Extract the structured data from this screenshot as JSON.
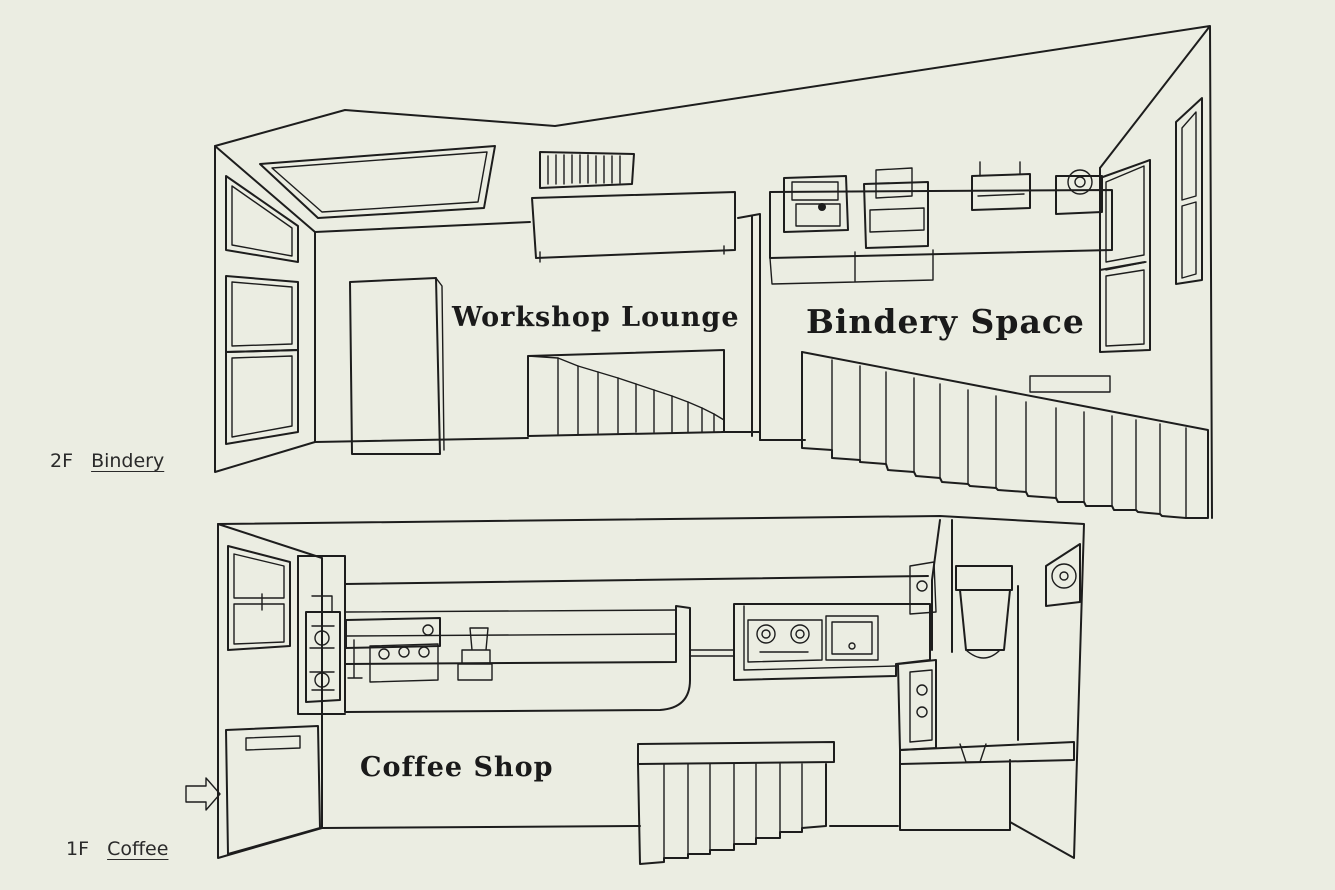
{
  "floors": {
    "upper": {
      "level": "2F",
      "name": "Bindery",
      "rooms": [
        "Workshop Lounge",
        "Bindery Space"
      ]
    },
    "lower": {
      "level": "1F",
      "name": "Coffee",
      "rooms": [
        "Coffee Shop"
      ]
    }
  },
  "icons": [
    "entrance-arrow-icon",
    "stairs-icon",
    "window-icon",
    "door-icon",
    "toilet-icon",
    "stove-icon",
    "sink-icon",
    "fan-icon",
    "coffee-machine-icon",
    "press-machine-icon"
  ],
  "colors": {
    "paper": "#ebede2",
    "ink": "#1d1d1d"
  }
}
